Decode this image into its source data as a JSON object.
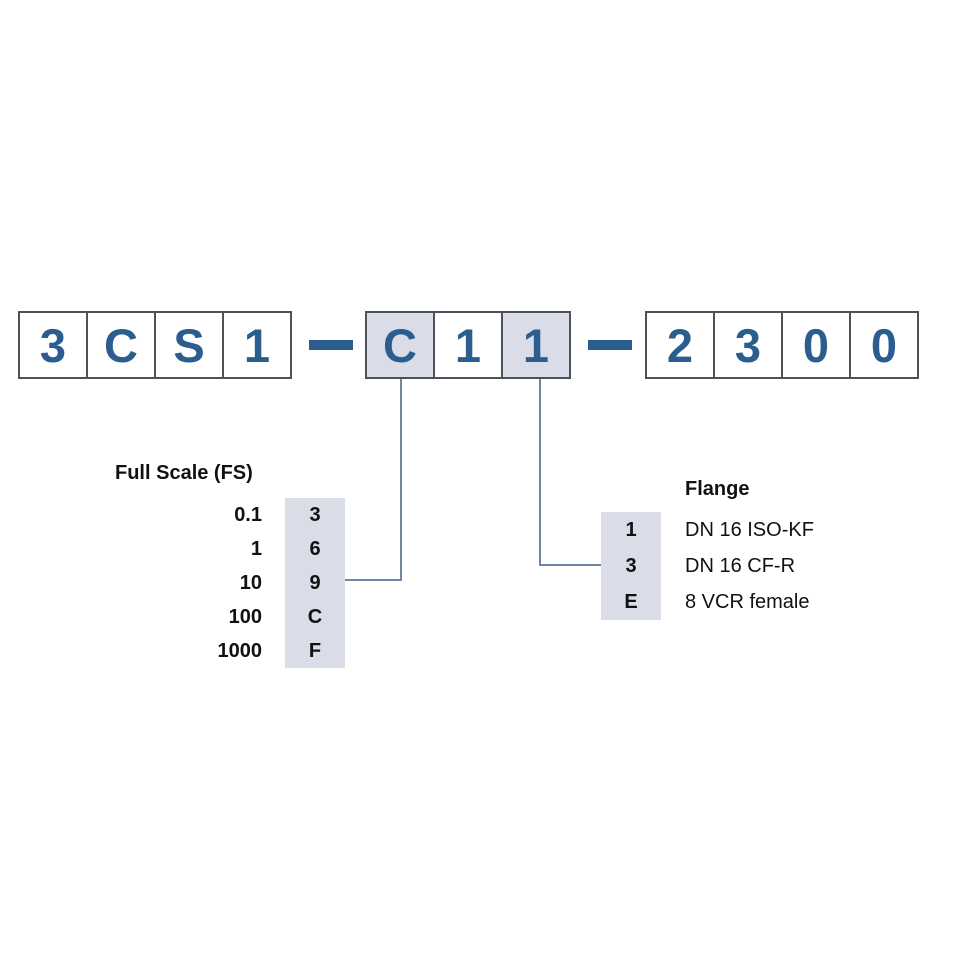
{
  "part_number": {
    "group1": [
      "3",
      "C",
      "S",
      "1"
    ],
    "separator": "–",
    "group2": [
      {
        "char": "C",
        "highlight": true
      },
      {
        "char": "1",
        "highlight": false
      },
      {
        "char": "1",
        "highlight": true
      }
    ],
    "group3": [
      "2",
      "3",
      "0",
      "0"
    ]
  },
  "full_scale": {
    "title": "Full Scale (FS)",
    "rows": [
      {
        "value": "0.1",
        "code": "3"
      },
      {
        "value": "1",
        "code": "6"
      },
      {
        "value": "10",
        "code": "9"
      },
      {
        "value": "100",
        "code": "C"
      },
      {
        "value": "1000",
        "code": "F"
      }
    ]
  },
  "flange": {
    "title": "Flange",
    "rows": [
      {
        "code": "1",
        "description": "DN 16 ISO-KF"
      },
      {
        "code": "3",
        "description": "DN 16 CF-R"
      },
      {
        "code": "E",
        "description": "8 VCR female"
      }
    ]
  },
  "colors": {
    "part_number_text": "#2b5e8e",
    "cell_border": "#4d525a",
    "highlight_fill": "#dadce8",
    "connector_line": "#6d87a3",
    "text": "#111111"
  }
}
